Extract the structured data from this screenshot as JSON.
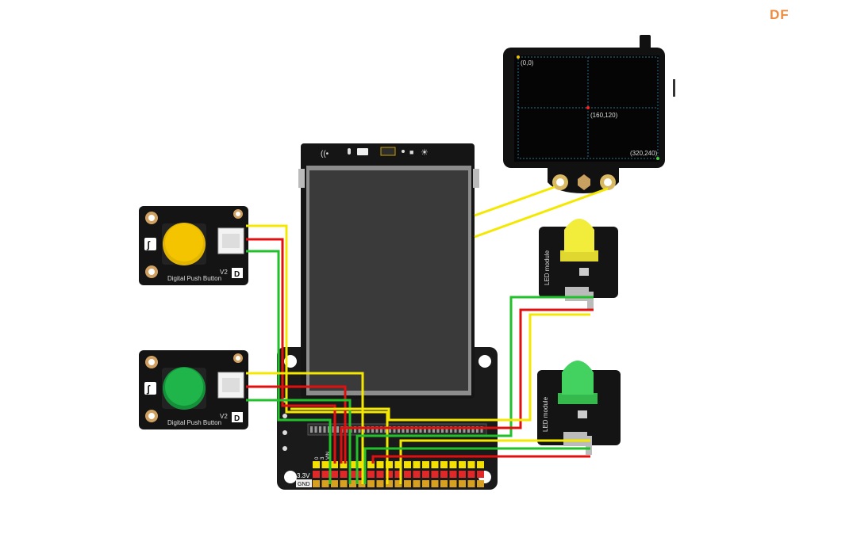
{
  "watermark": "DF",
  "camera": {
    "origin_label": "(0,0)",
    "center_label": "(160,120)",
    "corner_label": "(320,240)"
  },
  "buttons": [
    {
      "label": "Digital Push Button",
      "version": "V2",
      "brand": "D",
      "color": "#f5c400"
    },
    {
      "label": "Digital Push Button",
      "version": "V2",
      "brand": "D",
      "color": "#1fb54a"
    }
  ],
  "leds": [
    {
      "label": "LED module",
      "color": "#f2ec3a"
    },
    {
      "label": "LED module",
      "color": "#43d15f"
    }
  ],
  "board": {
    "power_label": "3.3V",
    "gnd_label": "GND",
    "pin_labels": [
      "0",
      "3",
      "VIN"
    ]
  },
  "wire_colors": {
    "signal": "#f5e800",
    "power": "#e01010",
    "ground": "#22c02a"
  }
}
